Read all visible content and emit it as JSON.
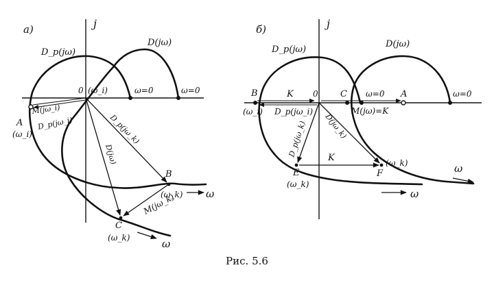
{
  "caption": "Рис. 5.6",
  "panel_a": {
    "tag": "а)",
    "axis_im": "j",
    "origin": "0",
    "origin_sub": "(ω_i)",
    "curve_dp": "D_p(jω)",
    "curve_d": "D(jω)",
    "omega0_left": "ω=0",
    "omega0_right": "ω=0",
    "point_a": "A",
    "point_a_sub": "(ω_i)",
    "vec_m_i": "M(jω_i)",
    "vec_dp_i": "D_p(jω_i)",
    "vec_dp_k": "D_p(jω_k)",
    "vec_d": "D(jω)",
    "point_b": "B",
    "point_b_sub": "(ω_k)",
    "point_c": "C",
    "point_c_sub": "(ω_k)",
    "vec_m_k": "M(jω_k)",
    "omega_b": "ω",
    "omega_c": "ω"
  },
  "panel_b": {
    "tag": "б)",
    "axis_im": "j",
    "origin": "0",
    "curve_dp": "D_p(jω)",
    "curve_d": "D(jω)",
    "point_b": "B",
    "point_b_sub": "(ω_i)",
    "label_k_top": "K",
    "point_c": "C",
    "omega0_mid": "ω=0",
    "point_a": "A",
    "omega0_right": "ω=0",
    "vec_dp_i": "D_p(jω_i)",
    "vec_d_k": "D(jω_k)",
    "m_eq": "M(jω)=K",
    "vec_dp_k": "D_p(jω_k)",
    "point_e": "E",
    "point_e_sub": "(ω_k)",
    "label_k_mid": "K",
    "point_f": "F",
    "point_f_sub": "(ω_k)",
    "omega_top": "ω",
    "omega_bottom": "ω"
  }
}
